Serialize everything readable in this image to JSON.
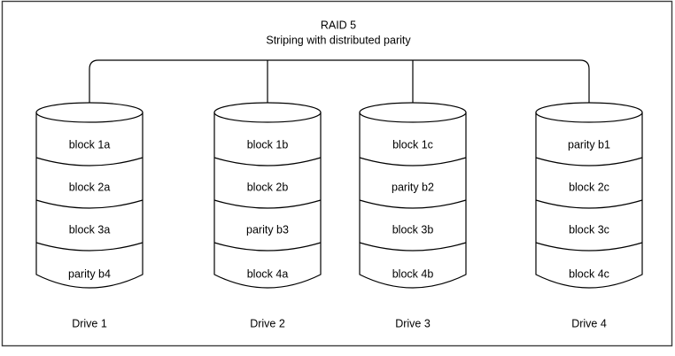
{
  "diagram": {
    "title_line1": "RAID 5",
    "title_line2": "Striping with distributed parity",
    "colors": {
      "stroke": "#000000",
      "frame": "#3d3d3d",
      "background": "#ffffff"
    },
    "drives": [
      {
        "label": "Drive 1",
        "blocks": [
          "block 1a",
          "block 2a",
          "block 3a",
          "parity b4"
        ]
      },
      {
        "label": "Drive 2",
        "blocks": [
          "block 1b",
          "block 2b",
          "parity b3",
          "block 4a"
        ]
      },
      {
        "label": "Drive 3",
        "blocks": [
          "block 1c",
          "parity b2",
          "block 3b",
          "block 4b"
        ]
      },
      {
        "label": "Drive 4",
        "blocks": [
          "parity b1",
          "block 2c",
          "block 3c",
          "block 4c"
        ]
      }
    ]
  }
}
